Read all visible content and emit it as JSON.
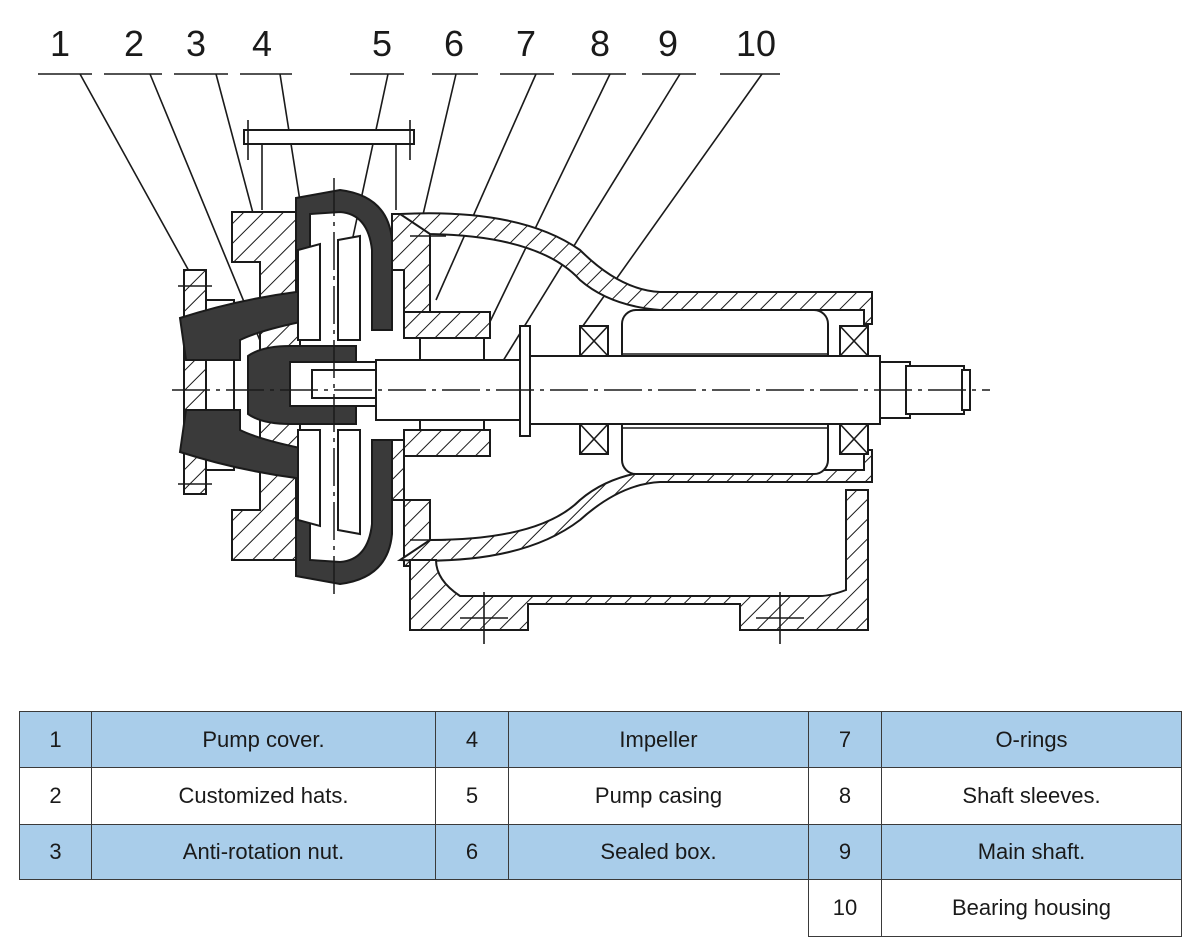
{
  "callouts": [
    "1",
    "2",
    "3",
    "4",
    "5",
    "6",
    "7",
    "8",
    "9",
    "10"
  ],
  "legend": {
    "rows": [
      [
        {
          "num": "1",
          "name": "Pump cover."
        },
        {
          "num": "4",
          "name": "Impeller"
        },
        {
          "num": "7",
          "name": "O-rings"
        }
      ],
      [
        {
          "num": "2",
          "name": "Customized hats."
        },
        {
          "num": "5",
          "name": "Pump casing"
        },
        {
          "num": "8",
          "name": "Shaft sleeves."
        }
      ],
      [
        {
          "num": "3",
          "name": "Anti-rotation nut."
        },
        {
          "num": "6",
          "name": "Sealed box."
        },
        {
          "num": "9",
          "name": "Main shaft."
        }
      ],
      [
        null,
        null,
        {
          "num": "10",
          "name": "Bearing housing"
        }
      ]
    ]
  },
  "colors": {
    "row_highlight": "#a9cdea",
    "line": "#1a1a1a",
    "rubber": "#3a3a3a"
  }
}
